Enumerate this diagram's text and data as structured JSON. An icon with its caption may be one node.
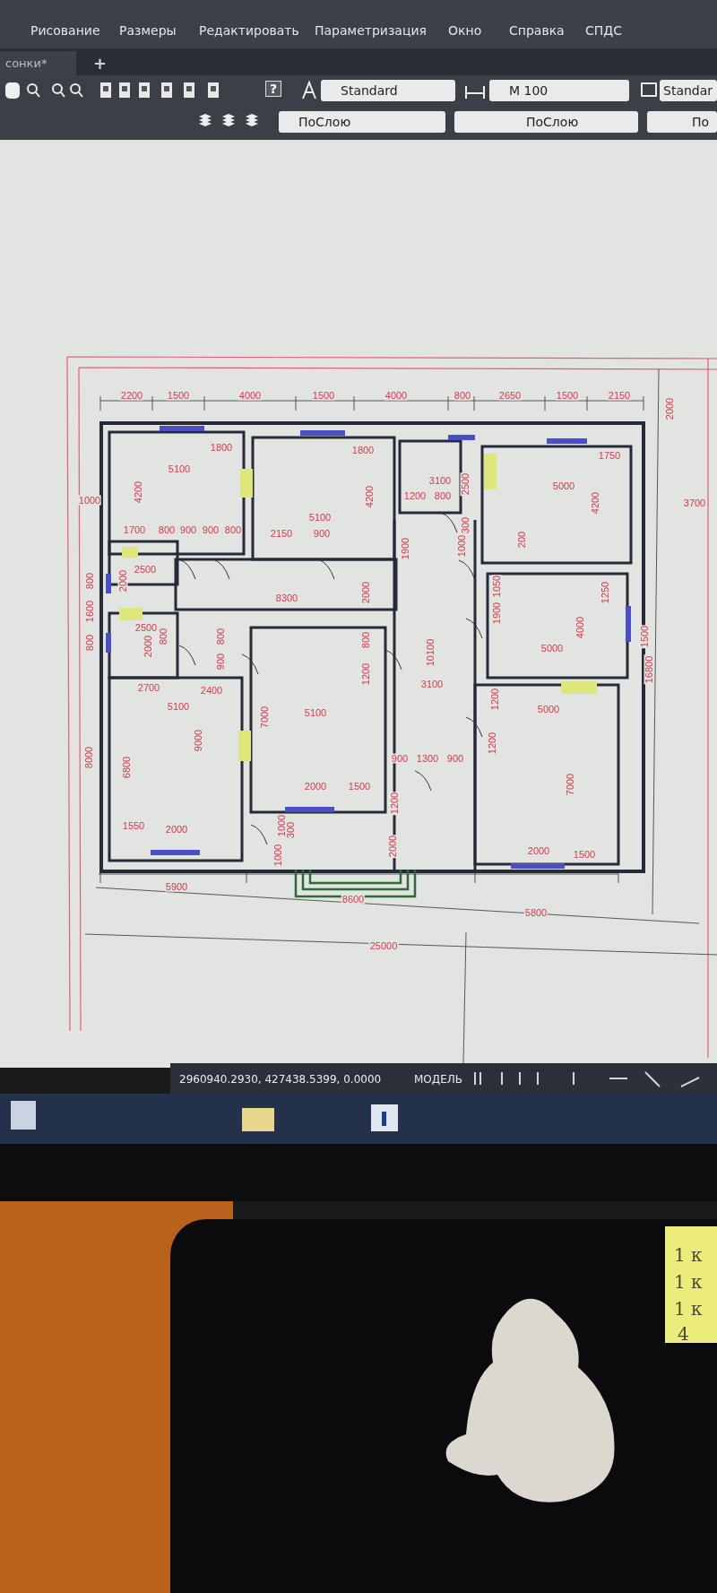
{
  "diagram": {
    "labels": [
      "Рисование",
      "Размеры",
      "Редактировать",
      "Параметризация",
      "Окно",
      "Справка",
      "СПДС",
      "сонки*",
      "+",
      "?",
      "Standard",
      "M 100",
      "Standar",
      "ПоСлою",
      "ПоСлою",
      "По",
      "2200",
      "1500",
      "4000",
      "1500",
      "4000",
      "800",
      "2650",
      "1500",
      "2150",
      "2000",
      "1800",
      "1800",
      "1750",
      "1000",
      "4200",
      "5100",
      "4200",
      "1200",
      "3100",
      "800",
      "2500",
      "5000",
      "4200",
      "3700",
      "1700",
      "800",
      "900",
      "900",
      "800",
      "2150",
      "5100",
      "900",
      "1900",
      "1000",
      "300",
      "200",
      "800",
      "2000",
      "2500",
      "8300",
      "2000",
      "1050",
      "1250",
      "1600",
      "800",
      "2500",
      "2000",
      "800",
      "800",
      "800",
      "1900",
      "5000",
      "4000",
      "1500",
      "900",
      "1200",
      "10100",
      "16800",
      "2700",
      "2400",
      "3100",
      "1200",
      "5100",
      "7000",
      "5100",
      "5000",
      "8000",
      "6800",
      "9000",
      "2000",
      "1500",
      "900",
      "1300",
      "900",
      "1200",
      "7000",
      "1550",
      "2000",
      "1000",
      "1000",
      "300",
      "2000",
      "1200",
      "2000",
      "1500",
      "5900",
      "8600",
      "5800",
      "25000",
      "2960940.2930, 427438.5399, 0.0000",
      "МОДЕЛЬ",
      "1 к",
      "1 к",
      "1 к",
      "4"
    ]
  }
}
